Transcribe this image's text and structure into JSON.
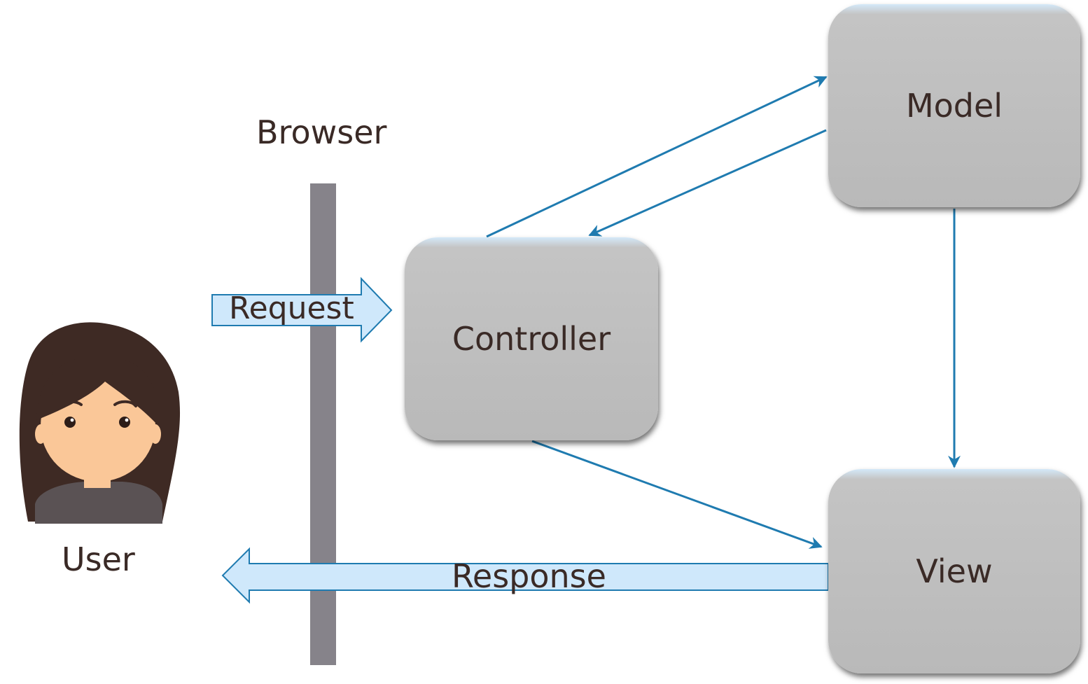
{
  "labels": {
    "browser": "Browser",
    "user": "User",
    "request": "Request",
    "response": "Response"
  },
  "nodes": {
    "model": "Model",
    "controller": "Controller",
    "view": "View"
  },
  "colors": {
    "box_fill": "#bdbdbd",
    "box_top_highlight": "#cfe8fb",
    "connector": "#1f7bb0",
    "arrow_fill": "#cfe8fb",
    "arrow_stroke": "#1f7bb0",
    "browser_bar": "#86838a",
    "text": "#3a2a26",
    "hair": "#3e2a24",
    "skin": "#fac798",
    "shirt": "#5a5254"
  },
  "icons": {
    "user": "person-icon"
  }
}
